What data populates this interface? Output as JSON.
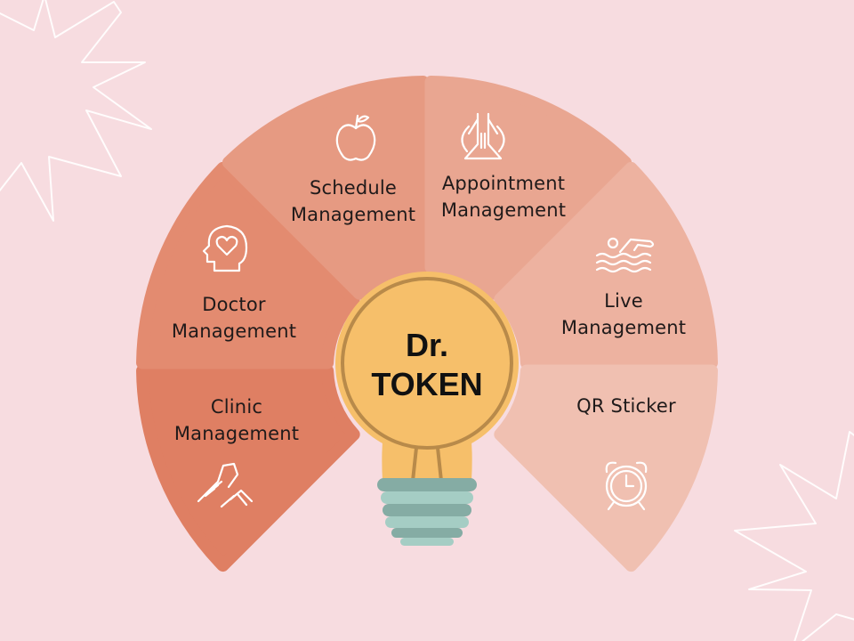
{
  "background_color": "#f7dce0",
  "center": {
    "line1": "Dr.",
    "line2": "TOKEN",
    "bulb_color": "#f6bf6a",
    "bulb_ring_color": "#b88a4a",
    "base_dark": "#85aca4",
    "base_light": "#a5cdc4"
  },
  "segments": [
    {
      "id": "clinic",
      "line1": "Clinic",
      "line2": "Management",
      "icon": "handshake-icon",
      "color": "#df7f63"
    },
    {
      "id": "doctor",
      "line1": "Doctor",
      "line2": "Management",
      "icon": "head-heart-icon",
      "color": "#e38b70"
    },
    {
      "id": "schedule",
      "line1": "Schedule",
      "line2": "Management",
      "icon": "apple-icon",
      "color": "#e69a82"
    },
    {
      "id": "appointment",
      "line1": "Appointment",
      "line2": "Management",
      "icon": "praying-hands-icon",
      "color": "#e9a691"
    },
    {
      "id": "live",
      "line1": "Live",
      "line2": "Management",
      "icon": "swimmer-icon",
      "color": "#edb2a0"
    },
    {
      "id": "qr",
      "line1": "QR Sticker",
      "line2": "",
      "icon": "alarm-clock-icon",
      "color": "#f0c0b1"
    }
  ]
}
